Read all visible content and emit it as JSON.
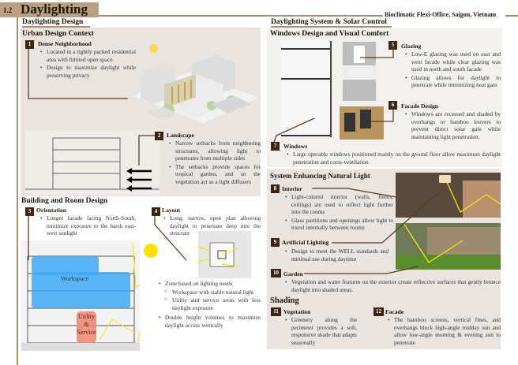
{
  "header": {
    "section_number": "1.2",
    "title": "Daylighting",
    "project": "Bioclimatic Flexi-Office, Saigon, Vietnam"
  },
  "left": {
    "title": "Daylighting Design",
    "urban": {
      "heading": "Urban Design Context",
      "items": [
        {
          "num": "1",
          "title": "Dense Neighborhood",
          "bullets": [
            "Located in a tightly packed residential area with limited open space.",
            "Design to maximize daylight while preserving privacy"
          ]
        },
        {
          "num": "2",
          "title": "Landscape",
          "bullets": [
            "Narrow setbacks from neighboring structures, allowing light to penetrates from multiple sides",
            "The setbacks provide spaces for tropical garden, and so the vegetation act as a light diffusers"
          ]
        }
      ]
    },
    "building": {
      "heading": "Building and Room Design",
      "items": [
        {
          "num": "3",
          "title": "Orientation",
          "bullets": [
            "Longer facade facing North-South, minimize exposure to the harsh east-west sunlight"
          ]
        },
        {
          "num": "4",
          "title": "Layout",
          "bullets": [
            "Long, narrow, open plan allowing daylight to penetrate deep into the structure"
          ]
        }
      ],
      "zone_bullets": [
        "Zone based on lighting needs",
        "Workspace with stable natural light",
        "Utility and service areas with less daylight exposure",
        "Double height volumes to maximize daylight access vertically"
      ],
      "labels": {
        "workspace": "Workspace",
        "utility": "Utility & Service"
      }
    }
  },
  "right": {
    "title": "Daylighting System & Solar Control",
    "windows": {
      "heading": "Windows Design and Visual Comfort",
      "items": [
        {
          "num": "5",
          "title": "Glazing",
          "bullets": [
            "Low-E glazing was used on east and west facade while clear glazing was used in north and south facade",
            "Glazing allows for daylight to penetrate while minimizing heat gain"
          ]
        },
        {
          "num": "6",
          "title": "Facade Design",
          "bullets": [
            "Windows are recessed and shaded by overhangs or bamboo louvers to prevent direct solar gain while maintaining light penetration."
          ]
        },
        {
          "num": "7",
          "title": "Windows",
          "bullets": [
            "Large operable windows positioned mainly on the ground floor allow maximum daylight penetration and corss-ventilation"
          ]
        }
      ]
    },
    "natural": {
      "heading": "System Enhancing Natural Light",
      "items": [
        {
          "num": "8",
          "title": "Interior",
          "bullets": [
            "Light-colored interior (walls, floors, ceilings) are used to reflect light further into the rooms",
            "Glass partitions and openings allow light to travel internally between rooms"
          ]
        },
        {
          "num": "9",
          "title": "Artificial Lighting",
          "bullets": [
            "Design to meet the WELL standards and minimal use during daytime"
          ]
        },
        {
          "num": "10",
          "title": "Garden",
          "bullets": [
            "Vegetation and water features on the exterior create reflective surfaces that gently bounce daylight into shaded areas."
          ]
        }
      ]
    },
    "shading": {
      "heading": "Shading",
      "items": [
        {
          "num": "11",
          "title": "Vegetation",
          "bullets": [
            "Greenery along the perimeter provides a soft, responsive shade that adapts seasonally"
          ]
        },
        {
          "num": "12",
          "title": "Facade",
          "bullets": [
            "The bamboo screens, vertical fines, and overhangs block high-angle midday sun and allow low-angle morning & evening sun to penetrate"
          ]
        }
      ]
    }
  },
  "colors": {
    "accent": "#a8906f",
    "badge": "#3d2510",
    "panel": "#e9e4df",
    "workspace": "#3fa9f5",
    "utility": "#f08a78",
    "sun": "#ffe100"
  }
}
